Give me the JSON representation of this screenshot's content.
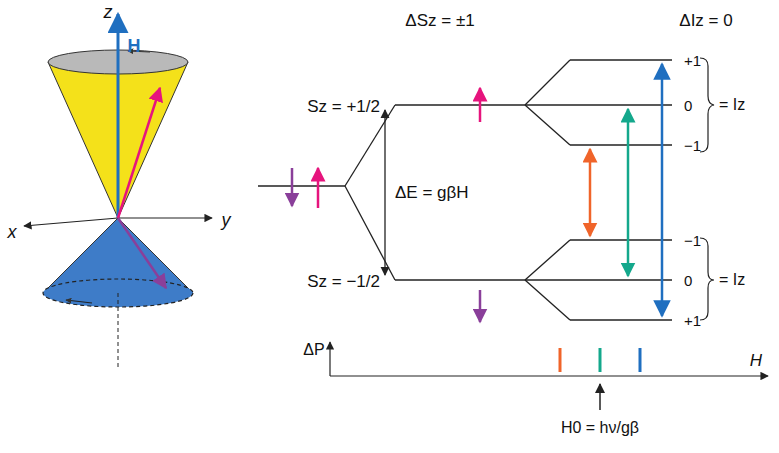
{
  "diagram": {
    "labels": [
      "z",
      "H",
      "x",
      "y",
      "ΔSz = ±1",
      "ΔIz = 0",
      "Sz = +1/2",
      "ΔE = gβH",
      "Sz = −1/2",
      "+1",
      "0",
      "−1",
      "−1",
      "0",
      "+1",
      "= Iz",
      "= Iz",
      "ΔP",
      "H",
      "H0 = hν/gβ"
    ]
  }
}
